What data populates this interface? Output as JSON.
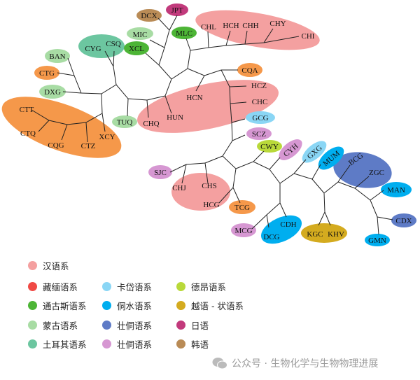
{
  "tree": {
    "leaves": {
      "DCX": "DCX",
      "JPT": "JPT",
      "MIC": "MIC",
      "MLC": "MLC",
      "XCL": "XCL",
      "CYG": "CYG",
      "CSQ": "CSQ",
      "BAN": "BAN",
      "CTG": "CTG",
      "DXG": "DXG",
      "CTT": "CTT",
      "CTQ": "CTQ",
      "CQG": "CQG",
      "CTZ": "CTZ",
      "XCY": "XCY",
      "TUQ": "TUQ",
      "CHQ": "CHQ",
      "HUN": "HUN",
      "HCN": "HCN",
      "HCZ": "HCZ",
      "CHC": "CHC",
      "CQA": "CQA",
      "CHL": "CHL",
      "HCH": "HCH",
      "CHH": "CHH",
      "CHY": "CHY",
      "CHI": "CHI",
      "GCG": "GCG",
      "SCZ": "SCZ",
      "CWY": "CWY",
      "CYH": "CYH",
      "GXG": "GXG",
      "MUM": "MUM",
      "BCG": "BCG",
      "ZGC": "ZGC",
      "MAN": "MAN",
      "CDX": "CDX",
      "GMN": "GMN",
      "KGC": "KGC",
      "KHV": "KHV",
      "CDH": "CDH",
      "DCG": "DCG",
      "MCG": "MCG",
      "TCG": "TCG",
      "CHJ": "CHJ",
      "CHS": "CHS",
      "HCG": "HCG",
      "SJC": "SJC"
    },
    "extra_colors": {
      "orange": "#f5984a"
    }
  },
  "legend": [
    {
      "label": "汉语系",
      "color": "#f4a0a0"
    },
    {
      "label": "藏缅语系",
      "color": "#f04a45"
    },
    {
      "label": "卡岱语系",
      "color": "#8ad6f5"
    },
    {
      "label": "德昂语系",
      "color": "#b9d93a"
    },
    {
      "label": "通古斯语系",
      "color": "#4db536"
    },
    {
      "label": "侗水语系",
      "color": "#00aeef"
    },
    {
      "label": "越语 - 状语系",
      "color": "#d4ab1f"
    },
    {
      "label": "蒙古语系",
      "color": "#a8dca4"
    },
    {
      "label": "壮侗语系",
      "color": "#5e7bc6"
    },
    {
      "label": "日语",
      "color": "#c23a7c"
    },
    {
      "label": "土耳其语系",
      "color": "#6cc6a0"
    },
    {
      "label": "壮侗语系",
      "color": "#d697d2"
    },
    {
      "label": "韩语",
      "color": "#b98b56"
    }
  ],
  "watermark": "公众号 · 生物化学与生物物理进展"
}
